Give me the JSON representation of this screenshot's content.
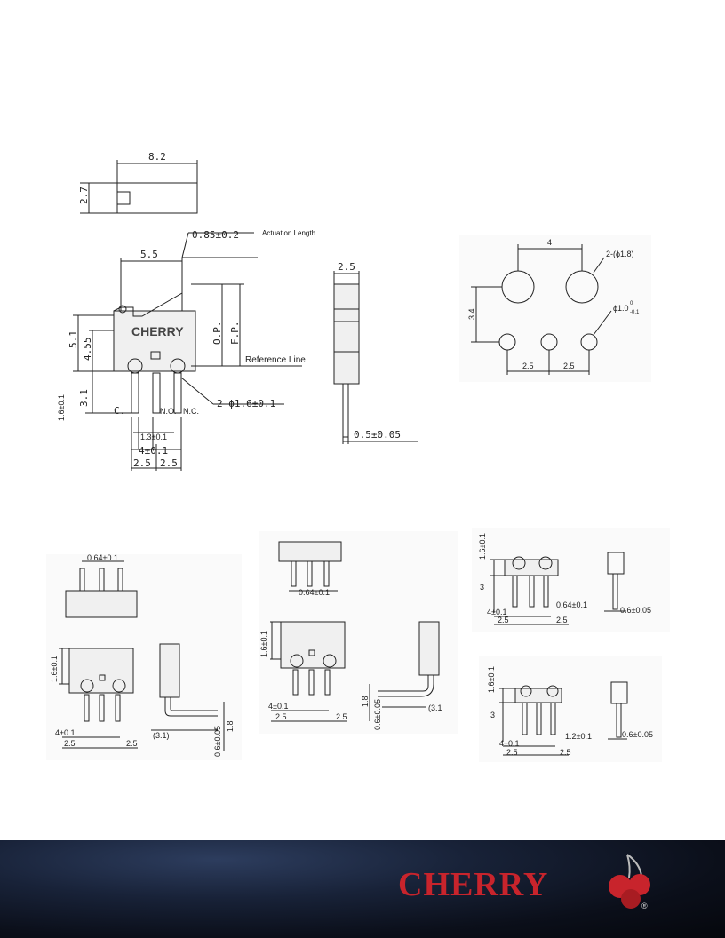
{
  "top": {
    "width_8_2": "8.2",
    "height_2_7": "2.7",
    "actuation_tol": "0.85±0.2",
    "actuation_label": "Actuation Length",
    "dim_5_5": "5.5",
    "dim_5_1": "5.1",
    "dim_4_55": "4.55",
    "dim_3_1": "3.1",
    "dim_1_6": "1.6±0.1",
    "op": "O.P.",
    "fp": "F.P.",
    "ref_line": "Reference Line",
    "body_text": "CHERRY",
    "pin_c": "C.",
    "pin_no": "N.O.",
    "pin_nc": "N.C.",
    "hole_spec": "2-ϕ1.6±0.1",
    "dim_1_3": "1.3±0.1",
    "dim_4": "4±0.1",
    "dim_2_5a": "2.5",
    "dim_2_5b": "2.5",
    "side_2_5": "2.5",
    "side_0_5": "0.5±0.05"
  },
  "pcb": {
    "dim_4": "4",
    "hole_2": "2-(ϕ1.8)",
    "dim_3_4": "3.4",
    "hole_small": "ϕ1.0",
    "hole_small_tol_top": "0",
    "hole_small_tol_bot": "-0.1",
    "dim_2_5a": "2.5",
    "dim_2_5b": "2.5"
  },
  "v1": {
    "w": "0.64±0.1",
    "h": "1.6±0.1",
    "d4": "4±0.1",
    "a": "2.5",
    "b": "2.5",
    "c": "(3.1)",
    "e": "0.6±0.05",
    "f": "1.8"
  },
  "v2": {
    "w": "0.64±0.1",
    "h": "1.6±0.1",
    "d4": "4±0.1",
    "a": "2.5",
    "b": "2.5",
    "f": "1.8",
    "e": "0.6±0.05",
    "c": "(3.1"
  },
  "v3": {
    "h": "1.6±0.1",
    "three": "3",
    "w": "0.64±0.1",
    "d4": "4±0.1",
    "a": "2.5",
    "b": "2.5",
    "e": "0.6±0.05"
  },
  "v4": {
    "h": "1.6±0.1",
    "three": "3",
    "w": "1.2±0.1",
    "d4": "4±0.1",
    "a": "2.5",
    "b": "2.5",
    "e": "0.6±0.05"
  },
  "footer": {
    "brand": "CHERRY",
    "reg": "®"
  }
}
